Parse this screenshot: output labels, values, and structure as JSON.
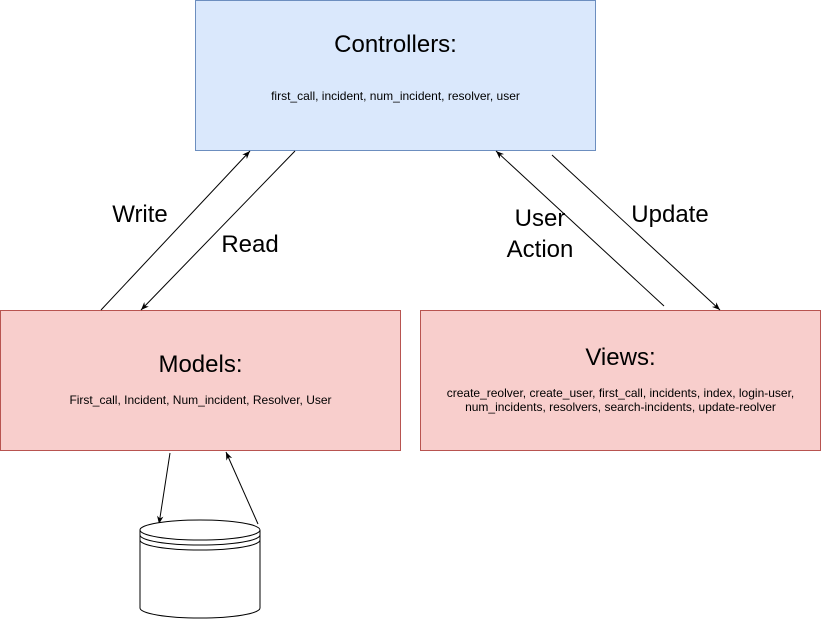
{
  "controllers": {
    "title": "Controllers:",
    "items": "first_call, incident, num_incident, resolver, user"
  },
  "models": {
    "title": "Models:",
    "items": "First_call, Incident, Num_incident, Resolver, User"
  },
  "views": {
    "title": "Views:",
    "items": "create_reolver, create_user, first_call, incidents, index, login-user, num_incidents, resolvers, search-incidents, update-reolver"
  },
  "edges": {
    "write": "Write",
    "read": "Read",
    "user_action": "User\nAction",
    "update": "Update"
  },
  "colors": {
    "controller_fill": "#dae8fc",
    "controller_stroke": "#6c8ebf",
    "component_fill": "#f8cecc",
    "component_stroke": "#b85450"
  }
}
